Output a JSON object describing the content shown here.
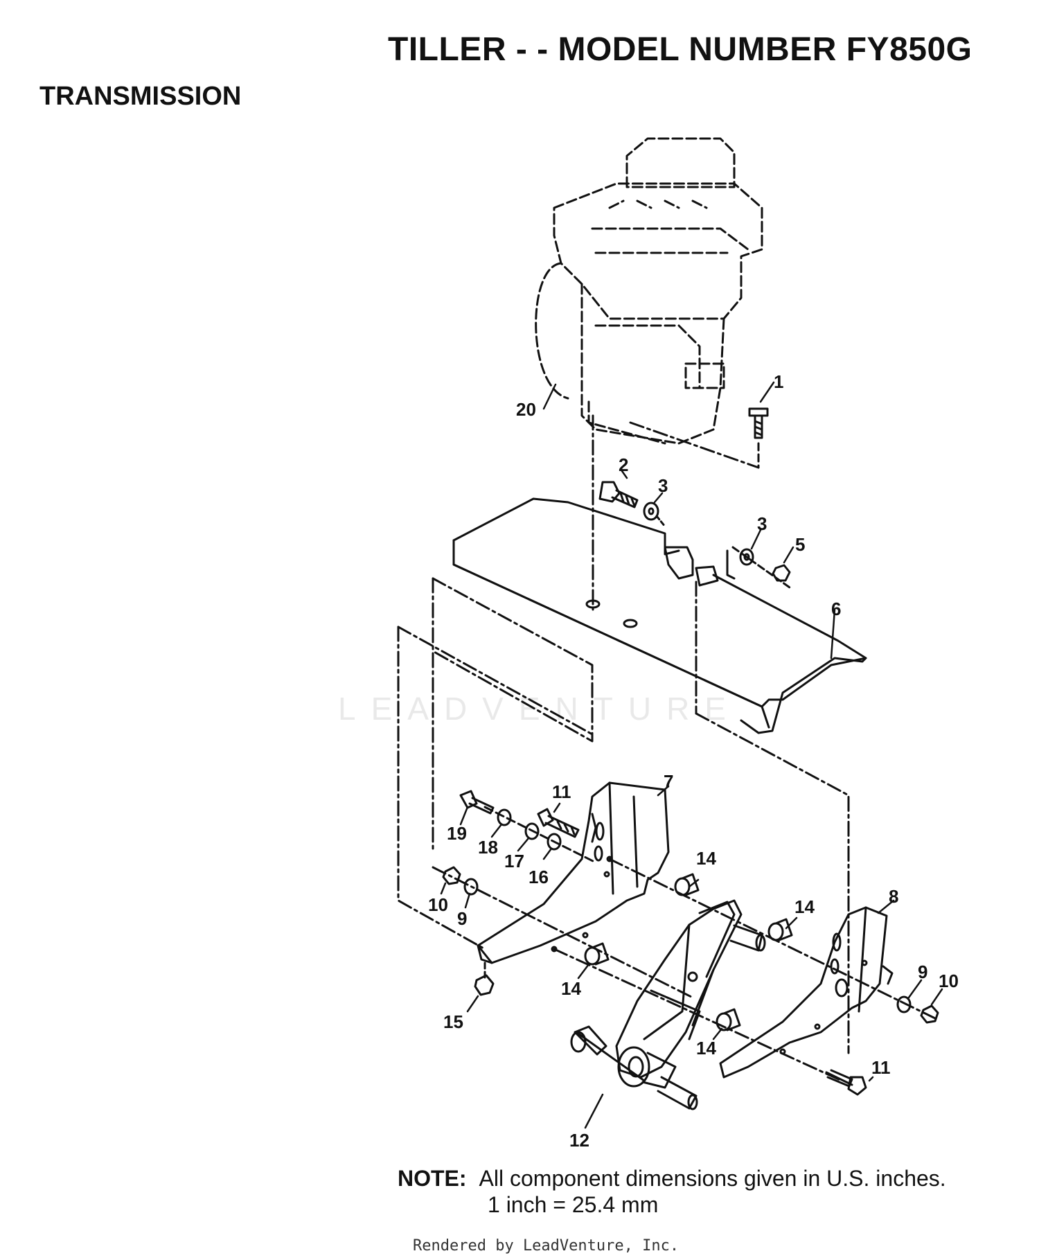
{
  "header": {
    "title": "TILLER - - MODEL NUMBER FY850G",
    "section": "TRANSMISSION"
  },
  "watermark": "LEADVENTURE",
  "parts": {
    "engine": "20",
    "bolt_top": "1",
    "carriage_bolt": "2",
    "washer_left": "3",
    "washer_right": "3",
    "nut_shield": "5",
    "shield": "6",
    "left_bracket": "7",
    "right_bracket": "8",
    "lock_washer_left": "9",
    "lock_washer_right": "9",
    "nut_left": "10",
    "nut_right": "10",
    "bolt_upper": "11",
    "bolt_lower": "11",
    "transmission": "12",
    "spacer_a": "14",
    "spacer_b": "14",
    "spacer_c": "14",
    "spacer_d": "14",
    "nut_bottom": "15",
    "washer_16": "16",
    "washer_17": "17",
    "washer_18": "18",
    "bolt_19": "19"
  },
  "note": {
    "label": "NOTE:",
    "line1": "All component dimensions given in U.S. inches.",
    "line2": "1 inch = 25.4 mm"
  },
  "footer": "Rendered by LeadVenture, Inc."
}
